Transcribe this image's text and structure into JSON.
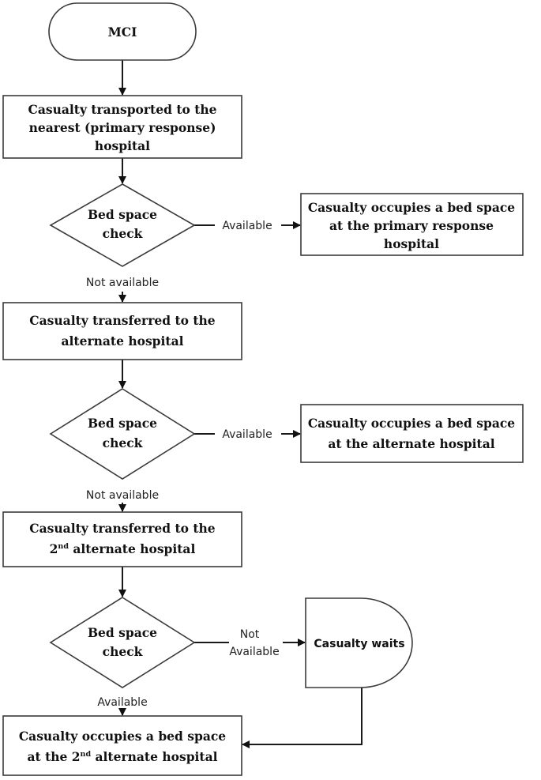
{
  "nodes": {
    "mci": "MCI",
    "transport": [
      "Casualty transported to the",
      "nearest (primary response)",
      "hospital"
    ],
    "check1": [
      "Bed space",
      "check"
    ],
    "occupy_primary": [
      "Casualty occupies a bed space",
      "at the primary response",
      "hospital"
    ],
    "transfer_alt": [
      "Casualty transferred to the",
      "alternate hospital"
    ],
    "check2": [
      "Bed space",
      "check"
    ],
    "occupy_alt": [
      "Casualty occupies a bed space",
      "at the alternate hospital"
    ],
    "transfer_alt2": {
      "line1": "Casualty transferred to the",
      "line2_pre": "2",
      "line2_sup": "nd",
      "line2_post": " alternate hospital"
    },
    "check3": [
      "Bed space",
      "check"
    ],
    "waits": "Casualty waits",
    "occupy_alt2": {
      "line1": "Casualty occupies a bed space",
      "line2_pre": "at the 2",
      "line2_sup": "nd",
      "line2_post": " alternate hospital"
    }
  },
  "edge_labels": {
    "available_1": "Available",
    "not_available_1": "Not available",
    "available_2": "Available",
    "not_available_2": "Not available",
    "not_available_3": [
      "Not",
      "Available"
    ],
    "available_3": "Available"
  }
}
